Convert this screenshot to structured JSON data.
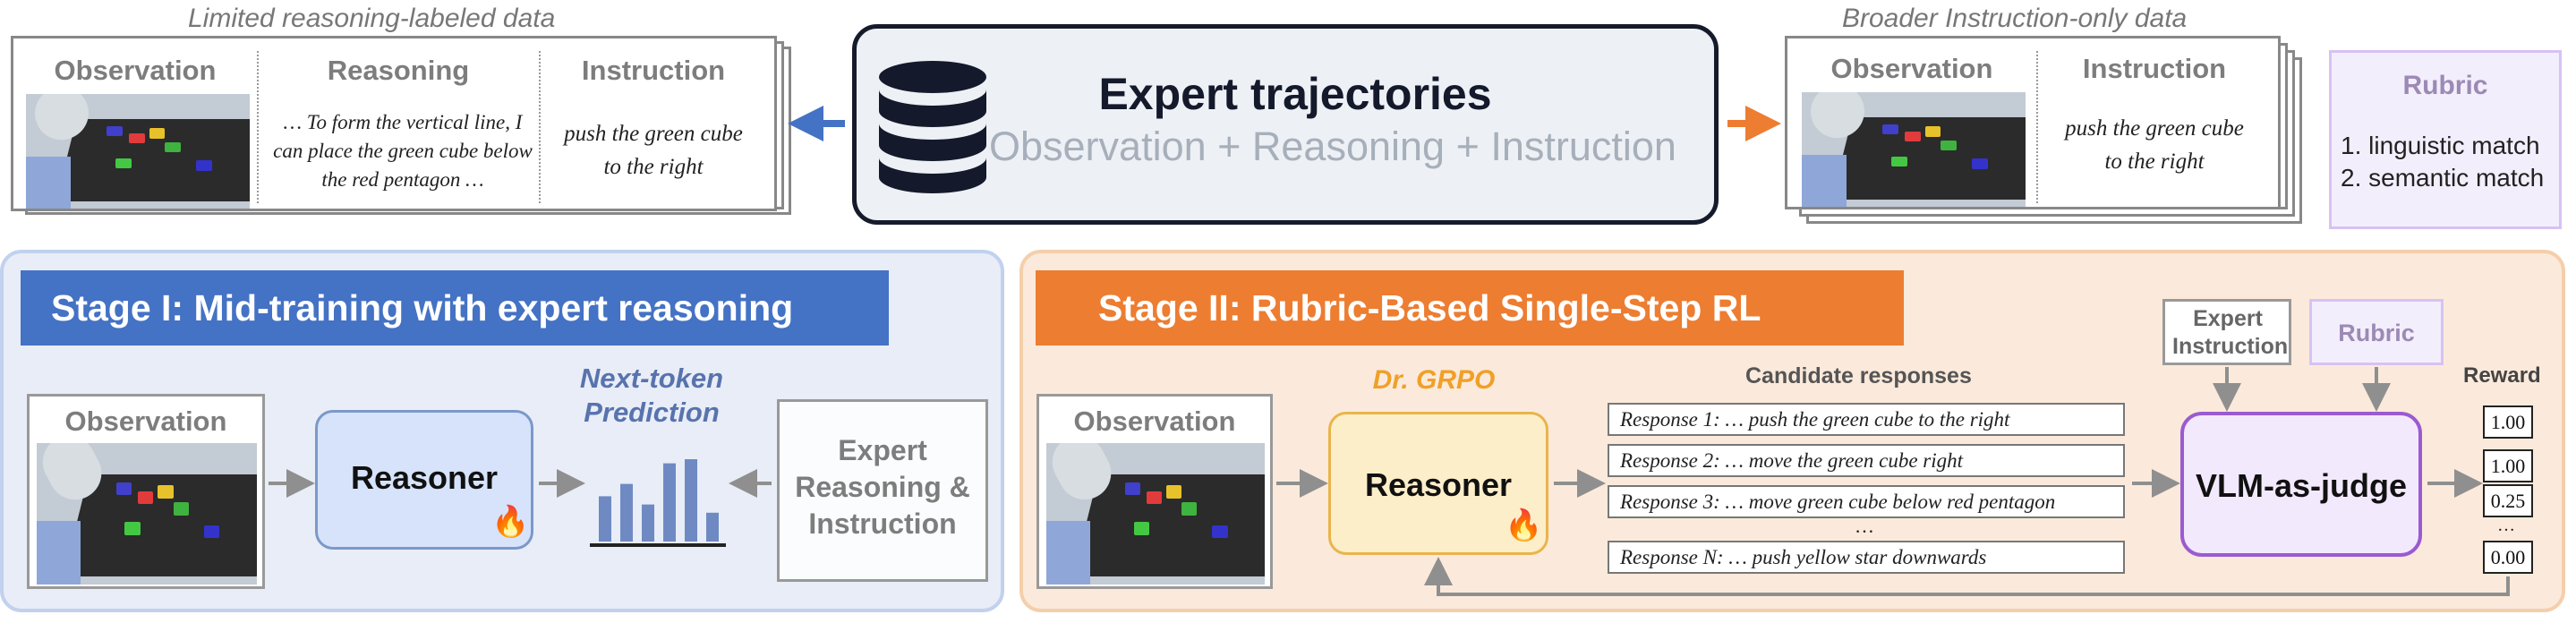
{
  "top": {
    "left_caption": "Limited reasoning-labeled data",
    "right_caption": "Broader Instruction-only data",
    "left_card": {
      "observation_header": "Observation",
      "reasoning_header": "Reasoning",
      "instruction_header": "Instruction",
      "reasoning_text": "… To form the vertical line, I can place the green cube below the red pentagon …",
      "instruction_text": "push the green cube to the right"
    },
    "center": {
      "title": "Expert trajectories",
      "subtitle": "Observation + Reasoning + Instruction"
    },
    "right_card": {
      "observation_header": "Observation",
      "instruction_header": "Instruction",
      "instruction_text": "push the green cube to the right"
    },
    "rubric": {
      "title": "Rubric",
      "items": [
        "1. linguistic match",
        "2. semantic match"
      ]
    }
  },
  "stage1": {
    "title": "Stage I: Mid-training with expert reasoning",
    "observation_label": "Observation",
    "reasoner_label": "Reasoner",
    "prediction_label": "Next-token Prediction",
    "expert_label": "Expert Reasoning & Instruction",
    "bars": [
      0.55,
      0.7,
      0.45,
      0.95,
      1.0,
      0.35
    ]
  },
  "stage2": {
    "title": "Stage II: Rubric-Based Single-Step RL",
    "observation_label": "Observation",
    "algorithm_label": "Dr. GRPO",
    "reasoner_label": "Reasoner",
    "candidates_header": "Candidate responses",
    "responses": [
      "Response 1: …  push the green cube to the right",
      "Response 2: … move the green cube right",
      "Response 3: … move green cube below red pentagon",
      "Response N: … push yellow star downwards"
    ],
    "ellipsis": "…",
    "expert_instruction_label": "Expert Instruction",
    "rubric_label": "Rubric",
    "judge_label": "VLM-as-judge",
    "reward_header": "Reward",
    "rewards": [
      "1.00",
      "1.00",
      "0.25",
      "0.00"
    ],
    "reward_ellipsis": "…"
  },
  "colors": {
    "stage1_accent": "#4472c4",
    "stage2_accent": "#ed7d31",
    "reasoner1_fill": "#d6e3fa",
    "reasoner2_fill": "#fdeeca",
    "judge_fill": "#f3e9fd",
    "rubric_border": "#d7c2f3"
  },
  "icons": [
    "database-icon",
    "fire-icon",
    "arrow-icon"
  ]
}
